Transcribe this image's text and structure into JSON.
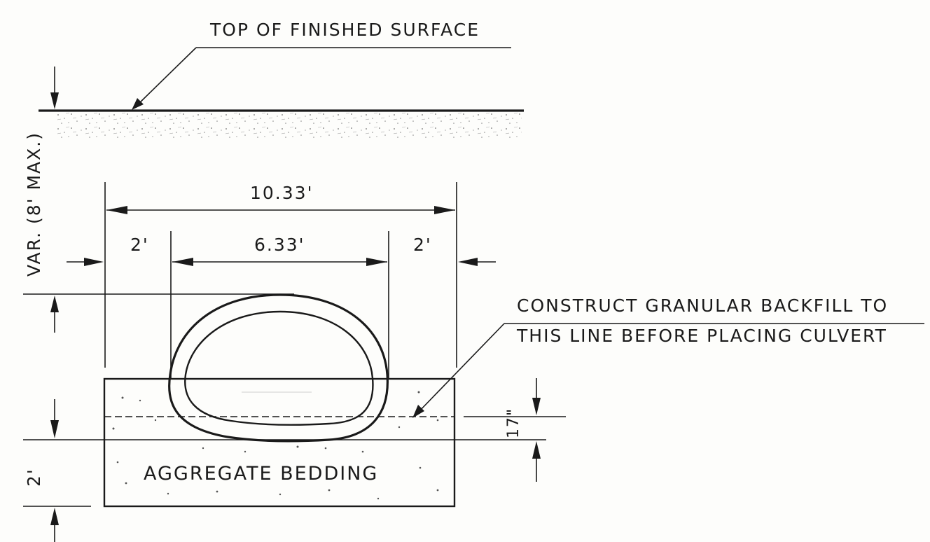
{
  "drawing": {
    "top_surface_label": "TOP OF FINISHED SURFACE",
    "cover_depth_label": "VAR. (8' MAX.)",
    "overall_width": "10.33'",
    "culvert_span": "6.33'",
    "left_clearance": "2'",
    "right_clearance": "2'",
    "backfill_note_line1": "CONSTRUCT GRANULAR BACKFILL TO",
    "backfill_note_line2": "THIS LINE BEFORE PLACING CULVERT",
    "bedding_label": "AGGREGATE BEDDING",
    "bedding_depth": "2'",
    "backfill_depth": "17\""
  }
}
